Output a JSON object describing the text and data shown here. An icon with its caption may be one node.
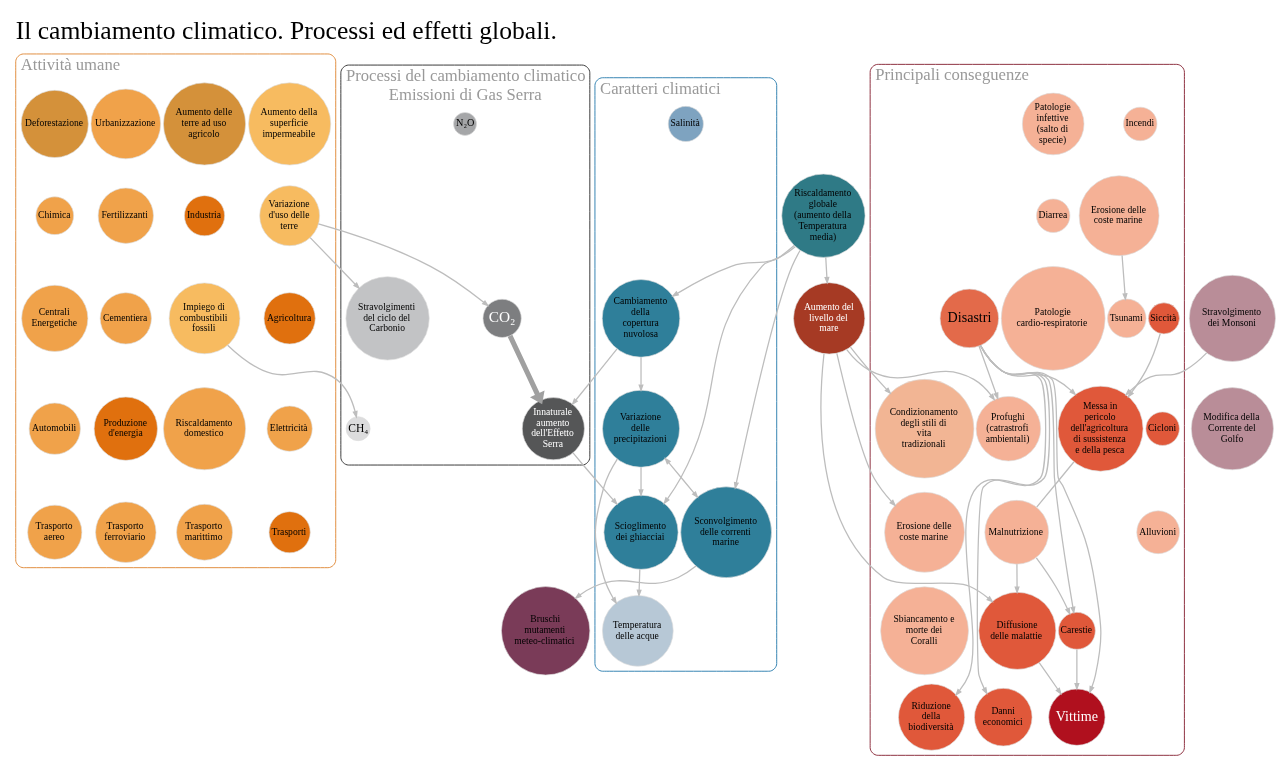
{
  "diagram": {
    "title": "Il cambiamento climatico. Processi ed effetti globali.",
    "nodes": [
      {
        "text": [
          "Attività umane"
        ]
      },
      {
        "text": [
          "Aumento della superficie impermeabile"
        ],
        "in": 0
      },
      {
        "text": [
          "Urbanizzazione"
        ],
        "in": 0
      },
      {
        "text": [
          "Deforestazione"
        ],
        "in": 0
      },
      {
        "text": [
          "Variazione d'uso delle terre"
        ],
        "in": 0
      },
      {
        "text": [
          "Aumento delle terre ad uso agricolo"
        ],
        "in": 0
      },
      {
        "text": [
          "Chimica"
        ],
        "in": 0
      },
      {
        "text": [
          "Agricoltura"
        ],
        "in": 0
      },
      {
        "text": [
          "Fertilizzanti"
        ],
        "in": 0
      },
      {
        "text": [
          "Cementiera"
        ],
        "in": 0
      },
      {
        "text": [
          "Industria"
        ],
        "in": 0
      },
      {
        "text": [
          "Centrali Energetiche"
        ],
        "in": 0
      },
      {
        "text": [
          "Impiego di combustibili fossili"
        ],
        "in": 0
      },
      {
        "text": [
          "Elettricità"
        ],
        "in": 0
      },
      {
        "text": [
          "Produzione d'energia"
        ],
        "in": 0
      },
      {
        "text": [
          "Automobili"
        ],
        "in": 0
      },
      {
        "text": [
          "Riscaldamento domestico"
        ],
        "in": 0
      },
      {
        "text": [
          "Trasporti"
        ],
        "in": 0
      },
      {
        "text": [
          "Trasporto ferroviario"
        ],
        "in": 0
      },
      {
        "text": [
          "Trasporto aereo"
        ],
        "in": 0
      },
      {
        "text": [
          "Trasporto marittimo"
        ],
        "in": 0
      },
      {
        "text": [
          "Processi del cambiamento climatico",
          "Emissioni di Gas Serra"
        ]
      },
      {
        "text": [
          "Stravolgimenti del ciclo del Carbonio"
        ],
        "in": 21
      },
      {
        "text": [
          "Innaturale aumento dell'Effetto Serra"
        ],
        "in": 21
      },
      {
        "text": [
          "CO₂"
        ],
        "in": 21
      },
      {
        "text": [
          "N₂O"
        ],
        "in": 21
      },
      {
        "text": [
          "CH₄"
        ],
        "in": 21
      },
      {
        "text": [
          "Caratteri climatici"
        ]
      },
      {
        "text": [
          "Scioglimento dei ghiacciai"
        ],
        "in": 27
      },
      {
        "text": [
          "Variazione delle precipitazioni"
        ],
        "in": 27
      },
      {
        "text": [
          "Temperatura delle acque"
        ],
        "in": 27
      },
      {
        "text": [
          "Salinità"
        ],
        "in": 27
      },
      {
        "text": [
          "Sconvolgimento delle correnti marine"
        ],
        "in": 27
      },
      {
        "text": [
          "Cambiamento della copertura nuvolosa"
        ],
        "in": 27
      },
      {
        "text": [
          "Riscaldamento globale (aumento della Temperatura media)"
        ]
      },
      {
        "text": [
          "Stravolgimento dei Monsoni"
        ]
      },
      {
        "text": [
          "Bruschi mutamenti meteo-climatici"
        ]
      },
      {
        "text": [
          "Modifica della Corrente del Golfo"
        ]
      },
      {
        "text": [
          "Aumento del livello del mare"
        ]
      },
      {
        "text": [
          "Principali conseguenze"
        ]
      },
      {
        "text": [
          "Profughi (catrastrofi ambientali)"
        ],
        "in": 39
      },
      {
        "text": [
          "Condizionamento degli stili di vita tradizionali"
        ],
        "in": 39
      },
      {
        "text": [
          "Messa in pericolo dell'agricoltura di sussistenza e della pesca"
        ],
        "in": 39
      },
      {
        "text": [
          "Erosione delle coste marine"
        ],
        "in": 39
      },
      {
        "text": [
          "Siccità"
        ],
        "in": 39
      },
      {
        "text": [
          "Cicloni"
        ],
        "in": 39
      },
      {
        "text": [
          "Incendi"
        ],
        "in": 39
      },
      {
        "text": [
          "Tsunami"
        ],
        "in": 39
      },
      {
        "text": [
          "Alluvioni"
        ],
        "in": 39
      },
      {
        "text": [
          "Malnutrizione"
        ],
        "in": 39
      },
      {
        "text": [
          "Patologie infettive (salto di specie)"
        ],
        "in": 39
      },
      {
        "text": [
          "Diffusione delle malattie"
        ],
        "in": 39
      },
      {
        "text": [
          "Carestie"
        ],
        "in": 39
      },
      {
        "text": [
          "Disastri"
        ],
        "in": 39
      },
      {
        "text": [
          "Diarrea"
        ],
        "in": 39
      },
      {
        "text": [
          "Patologie cardio-respiratorie"
        ],
        "in": 39
      },
      {
        "text": [
          "Erosione delle coste marine"
        ],
        "in": 39
      },
      {
        "text": [
          "Riduzione della biodiversità"
        ],
        "in": 39
      },
      {
        "text": [
          "Vittime"
        ],
        "in": 39
      },
      {
        "text": [
          "Danni economici"
        ],
        "in": 39
      },
      {
        "text": [
          "Sbiancamento e morte dei Coralli"
        ],
        "in": 39
      }
    ],
    "edges": [
      {
        "from": 4,
        "to": 22,
        "arrow": "to"
      },
      {
        "from": 4,
        "to": 24,
        "arrow": "to"
      },
      {
        "from": 12,
        "to": 26,
        "arrow": "to"
      },
      {
        "from": 24,
        "to": 23,
        "arrow": "to",
        "style": "thick"
      },
      {
        "from": 23,
        "to": 28,
        "arrow": "to"
      },
      {
        "from": 33,
        "to": 23,
        "arrow": "to"
      },
      {
        "from": 34,
        "to": 28,
        "arrow": "to"
      },
      {
        "from": 34,
        "to": 33,
        "arrow": "to"
      },
      {
        "from": 34,
        "to": 32,
        "arrow": "to"
      },
      {
        "from": 34,
        "to": 38,
        "arrow": "to"
      },
      {
        "from": 28,
        "to": 30,
        "arrow": "to"
      },
      {
        "from": 29,
        "to": 28,
        "arrow": "to"
      },
      {
        "from": 29,
        "to": 30,
        "arrow": "to"
      },
      {
        "from": 33,
        "to": 29,
        "arrow": "to"
      },
      {
        "from": 29,
        "to": 32,
        "arrow": "both"
      },
      {
        "from": 32,
        "to": 36,
        "arrow": "to"
      },
      {
        "from": 35,
        "to": 42,
        "arrow": "to"
      },
      {
        "from": 38,
        "to": 40,
        "arrow": "to"
      },
      {
        "from": 38,
        "to": 41,
        "arrow": "to"
      },
      {
        "from": 38,
        "to": 43,
        "arrow": "to"
      },
      {
        "from": 38,
        "to": 51,
        "arrow": "to"
      },
      {
        "from": 42,
        "to": 49,
        "arrow": "none"
      },
      {
        "from": 49,
        "to": 51,
        "arrow": "to"
      },
      {
        "from": 49,
        "to": 52,
        "arrow": "to"
      },
      {
        "from": 44,
        "to": 42,
        "arrow": "to"
      },
      {
        "from": 53,
        "to": 42,
        "arrow": "to"
      },
      {
        "from": 53,
        "to": 40,
        "arrow": "to"
      },
      {
        "from": 53,
        "to": 52,
        "arrow": "to"
      },
      {
        "from": 53,
        "to": 58,
        "arrow": "to"
      },
      {
        "from": 53,
        "to": 59,
        "arrow": "to"
      },
      {
        "from": 53,
        "to": 57,
        "arrow": "to"
      },
      {
        "from": 56,
        "to": 47,
        "arrow": "to"
      },
      {
        "from": 52,
        "to": 58,
        "arrow": "to"
      },
      {
        "from": 51,
        "to": 58,
        "arrow": "to"
      }
    ]
  }
}
